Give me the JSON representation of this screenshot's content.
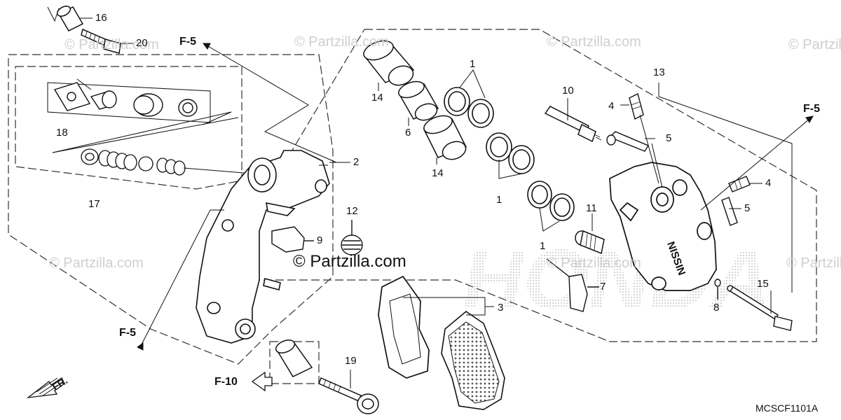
{
  "diagram": {
    "code": "MCSCF1101A",
    "direction_label": "FR.",
    "watermark_center": "© Partzilla.com",
    "watermark_faint": "© Partzilla.com",
    "refs": {
      "f5_top": "F-5",
      "f5_right": "F-5",
      "f5_left": "F-5",
      "f10": "F-10"
    },
    "part_numbers": {
      "p16": "16",
      "p20": "20",
      "p2": "2",
      "p17": "17",
      "p18": "18",
      "p12": "12",
      "p9": "9",
      "p14a": "14",
      "p6": "6",
      "p14b": "14",
      "p1a": "1",
      "p1b": "1",
      "p1c": "1",
      "p10": "10",
      "p13": "13",
      "p4a": "4",
      "p5a": "5",
      "p4b": "4",
      "p5b": "5",
      "p11": "11",
      "p7": "7",
      "p3": "3",
      "p8": "8",
      "p15": "15",
      "p19": "19"
    }
  }
}
